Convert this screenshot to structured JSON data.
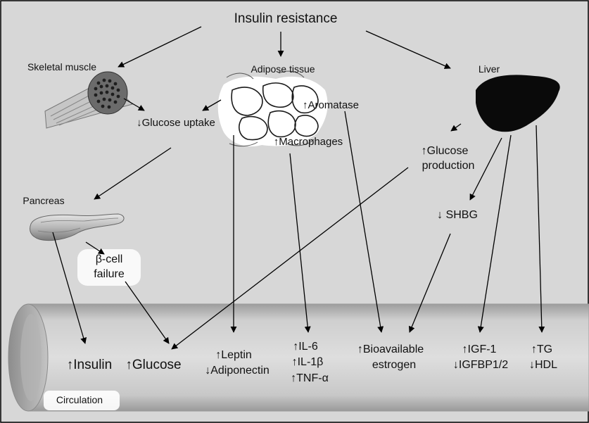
{
  "diagram": {
    "title": "Insulin resistance",
    "tissues": {
      "skeletal_muscle": "Skeletal muscle",
      "adipose_tissue": "Adipose tissue",
      "liver": "Liver",
      "pancreas": "Pancreas"
    },
    "effects": {
      "glucose_uptake": "↓Glucose uptake",
      "aromatase": "↑Aromatase",
      "macrophages": "↑Macrophages",
      "glucose_production_1": "↑Glucose",
      "glucose_production_2": "production",
      "shbg": "↓ SHBG",
      "beta_cell_1": "β-cell",
      "beta_cell_2": "failure"
    },
    "circulation": {
      "label": "Circulation",
      "insulin": "↑Insulin",
      "glucose": "↑Glucose",
      "leptin": "↑Leptin",
      "adiponectin": "↓Adiponectin",
      "il6": "↑IL-6",
      "il1b": "↑IL-1β",
      "tnfa": "↑TNF-α",
      "bioavailable": "↑Bioavailable",
      "estrogen": "estrogen",
      "igf1": "↑IGF-1",
      "igfbp": "↓IGFBP1/2",
      "tg": "↑TG",
      "hdl": "↓HDL"
    }
  }
}
